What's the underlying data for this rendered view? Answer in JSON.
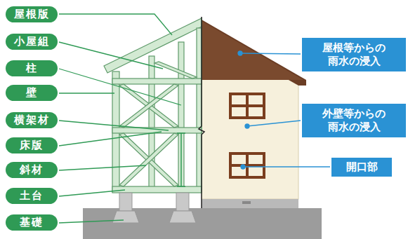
{
  "diagram": {
    "nodes": [
      {
        "text": [
          "屋根版"
        ]
      },
      {
        "text": [
          "小屋組"
        ]
      },
      {
        "text": [
          "柱"
        ]
      },
      {
        "text": [
          "壁"
        ]
      },
      {
        "text": [
          "横架材"
        ]
      },
      {
        "text": [
          "床版"
        ]
      },
      {
        "text": [
          "斜材"
        ]
      },
      {
        "text": [
          "土台"
        ]
      },
      {
        "text": [
          "基礎"
        ]
      },
      {
        "text": [
          "屋根等からの 雨水の浸入"
        ]
      },
      {
        "text": [
          "外壁等からの 雨水の浸入"
        ]
      },
      {
        "text": [
          "開口部"
        ]
      }
    ]
  }
}
